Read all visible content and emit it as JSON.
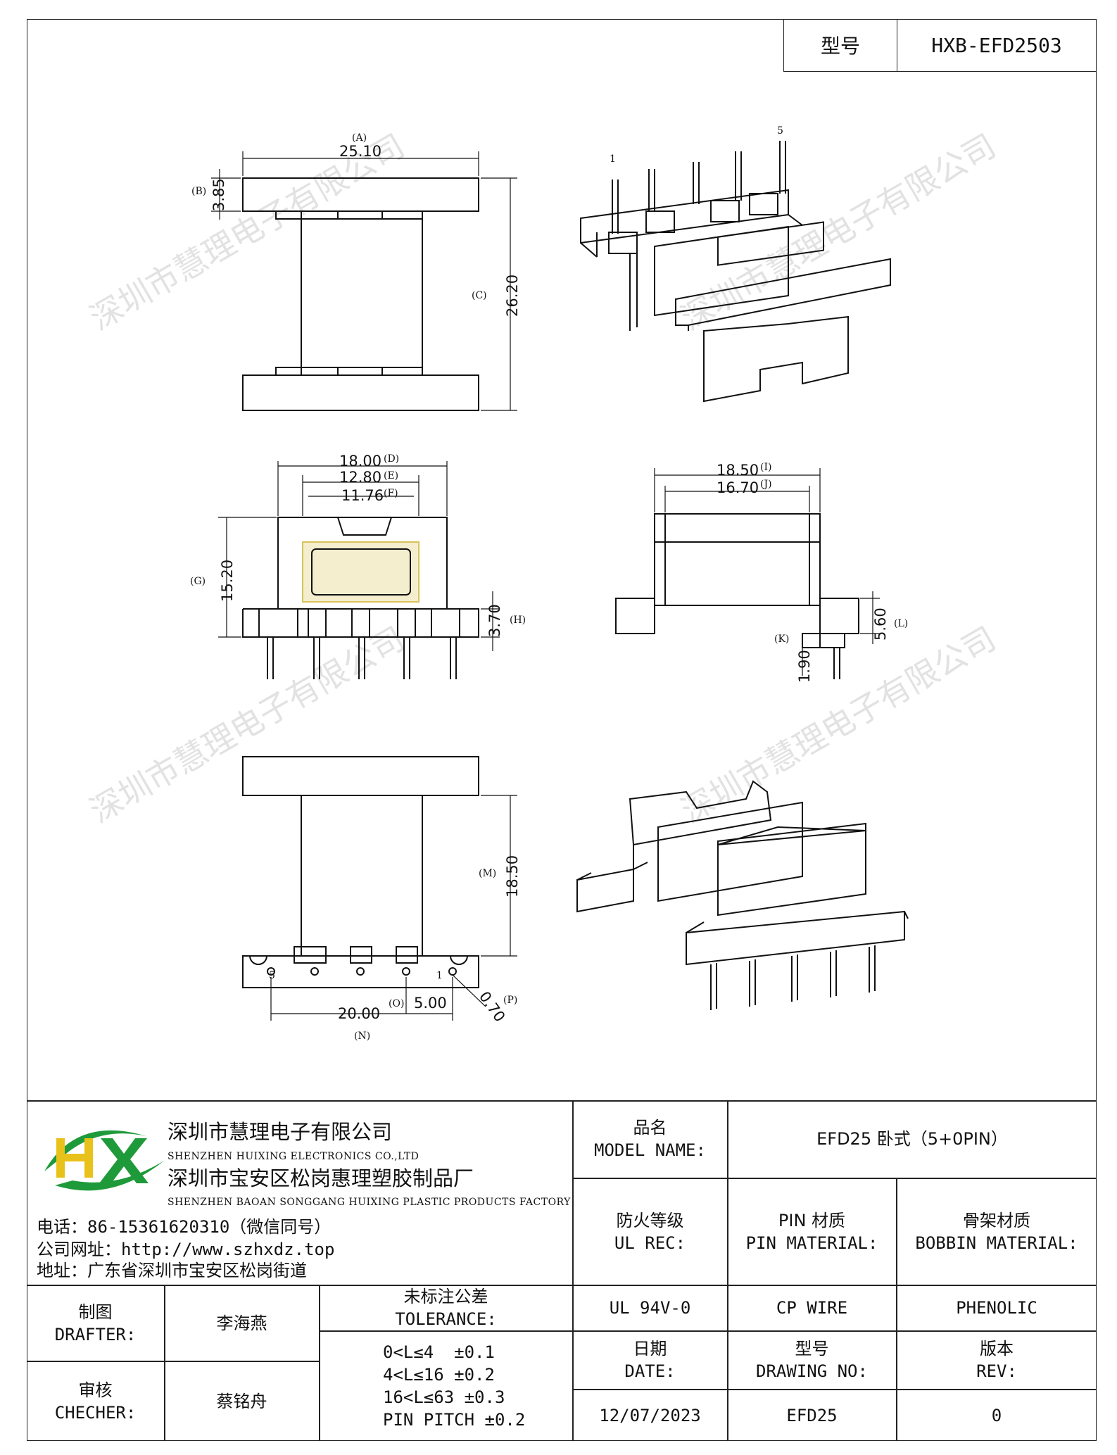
{
  "header": {
    "model_label": "型号",
    "model_value": "HXB-EFD2503"
  },
  "drawing": {
    "dims": {
      "A": "25.10",
      "B": "3.85",
      "C": "26.20",
      "D": "18.00",
      "E": "12.80",
      "F": "11.76",
      "G": "15.20",
      "H": "3.70",
      "I": "18.50",
      "J": "16.70",
      "K": "1.90",
      "L": "5.60",
      "M": "18.50",
      "N": "20.00",
      "O": "5.00",
      "P": "0.70"
    },
    "letters": {
      "A": "(A)",
      "B": "(B)",
      "C": "(C)",
      "D": "(D)",
      "E": "(E)",
      "F": "(F)",
      "G": "(G)",
      "H": "(H)",
      "I": "(I)",
      "J": "(J)",
      "K": "(K)",
      "L": "(L)",
      "M": "(M)",
      "N": "(N)",
      "O": "(O)",
      "P": "(P)"
    },
    "pin_labels": {
      "first": "1",
      "last": "5"
    },
    "watermark": "深圳市慧理电子有限公司"
  },
  "company": {
    "name_1": "深圳市慧理电子有限公司",
    "name_1_en": "SHENZHEN HUIXING ELECTRONICS CO.,LTD",
    "name_2": "深圳市宝安区松岗惠理塑胶制品厂",
    "name_2_en": "SHENZHEN BAOAN SONGGANG HUIXING PLASTIC PRODUCTS FACTORY",
    "phone": "电话：86-15361620310（微信同号）",
    "website": "公司网址：http://www.szhxdz.top",
    "address": "地址：广东省深圳市宝安区松岗街道",
    "logo_text": "HX"
  },
  "titleblock": {
    "model_name_label_cn": "品名",
    "model_name_label_en": "MODEL NAME:",
    "model_name_value": "EFD25 卧式（5+0PIN）",
    "ul_label_cn": "防火等级",
    "ul_label_en": "UL REC:",
    "pin_mat_label_cn": "PIN 材质",
    "pin_mat_label_en": "PIN MATERIAL:",
    "bobbin_label_cn": "骨架材质",
    "bobbin_label_en": "BOBBIN MATERIAL:",
    "ul_value": "UL 94V-0",
    "pin_mat_value": "CP WIRE",
    "bobbin_value": "PHENOLIC",
    "drafter_cn": "制图",
    "drafter_en": "DRAFTER:",
    "drafter_name": "李海燕",
    "checker_cn": "审核",
    "checker_en": "CHECHER:",
    "checker_name": "蔡铭舟",
    "tol_cn": "未标注公差",
    "tol_en": "TOLERANCE:",
    "tol_1": "0<L≤4  ±0.1",
    "tol_2": "4<L≤16 ±0.2",
    "tol_3": "16<L≤63 ±0.3",
    "tol_4": "PIN PITCH ±0.2",
    "date_cn": "日期",
    "date_en": "DATE:",
    "drawno_cn": "型号",
    "drawno_en": "DRAWING NO:",
    "rev_cn": "版本",
    "rev_en": "REV:",
    "date_value": "12/07/2023",
    "drawno_value": "EFD25",
    "rev_value": "0"
  },
  "colors": {
    "logo_green": "#1f9a3a",
    "logo_yellow": "#e8c21a",
    "highlight_yellow": "#e6d27a"
  }
}
